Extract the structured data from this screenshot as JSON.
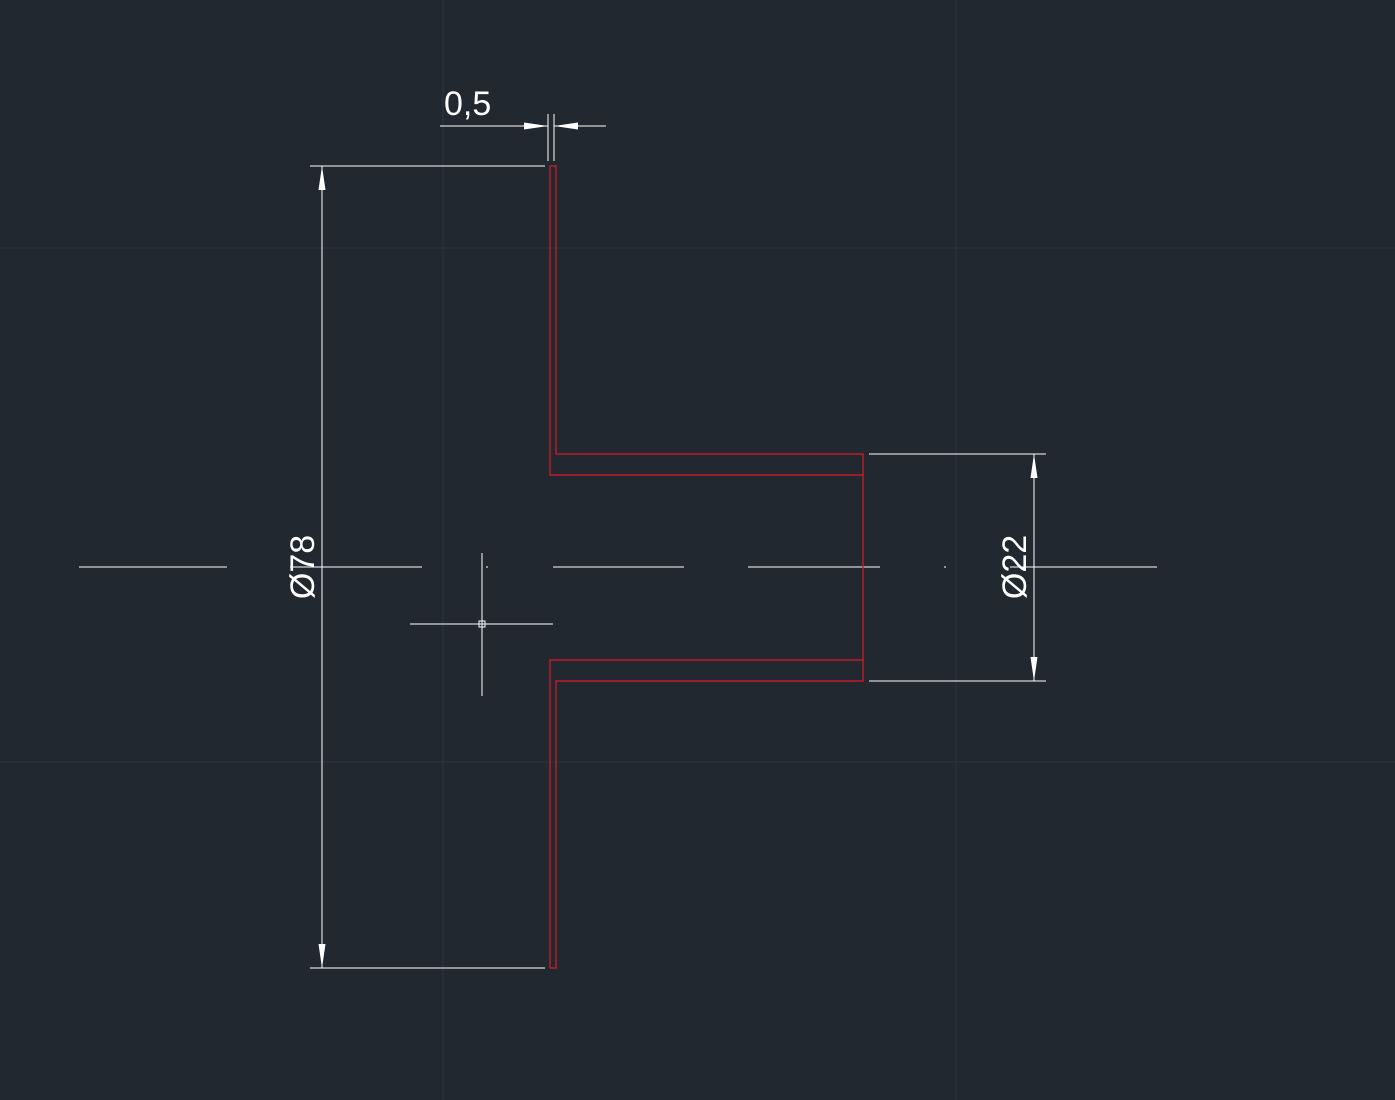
{
  "drawing": {
    "colors": {
      "background": "#212830",
      "grid": "#2c3540",
      "geometry": "#c01c28",
      "dimension": "#ffffff",
      "centerline": "#ffffff",
      "cursor": "#ffffff"
    },
    "dimensions": {
      "thickness": "0,5",
      "outer_diameter": "Ø78",
      "inner_diameter": "Ø22"
    }
  }
}
